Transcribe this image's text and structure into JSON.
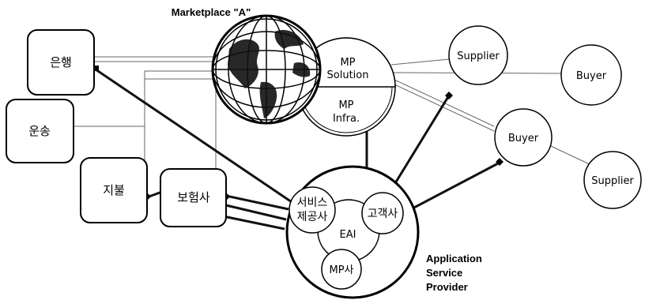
{
  "title": "Marketplace \"A\"",
  "boxes": {
    "bank": "은행",
    "transport": "운송",
    "payment": "지불",
    "insurer": "보험사"
  },
  "mp": {
    "solution_line1": "MP",
    "solution_line2": "Solution",
    "infra_line1": "MP",
    "infra_line2": "Infra."
  },
  "nodes": {
    "supplier_top": "Supplier",
    "buyer_right": "Buyer",
    "buyer_mid": "Buyer",
    "supplier_bottom": "Supplier"
  },
  "asp": {
    "service_line1": "서비스",
    "service_line2": "제공사",
    "customer": "고객사",
    "center": "EAI",
    "mp_company": "MP사",
    "label_line1": "Application",
    "label_line2": "Service",
    "label_line3": "Provider"
  }
}
